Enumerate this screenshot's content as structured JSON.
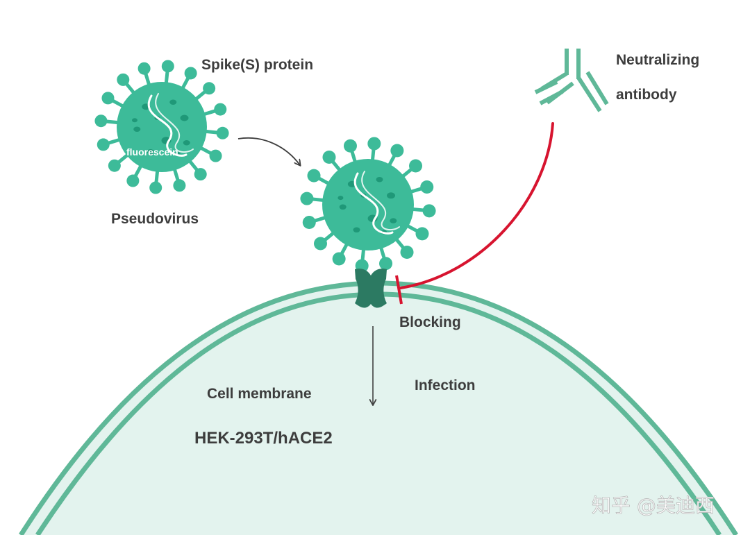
{
  "labels": {
    "spike_protein": "Spike(S) protein",
    "fluorescein": "fluorescein",
    "pseudovirus": "Pseudovirus",
    "neutralizing": "Neutralizing",
    "antibody": "antibody",
    "blocking": "Blocking",
    "cell_membrane": "Cell membrane",
    "infection": "Infection",
    "cell_line": "HEK-293T/hACE2"
  },
  "watermark": "知乎 @美迪西",
  "colors": {
    "virus": "#3dbb99",
    "virus_dark": "#1f9878",
    "membrane": "#5fb898",
    "cell_fill": "#e3f3ee",
    "receptor": "#2c7a62",
    "blocking": "#d7142f",
    "text": "#3d3d3d",
    "arrow": "#404040"
  },
  "icons": {
    "virus": "coronavirus-particle",
    "receptor": "ace2-receptor",
    "antibody": "y-shaped-antibody"
  }
}
